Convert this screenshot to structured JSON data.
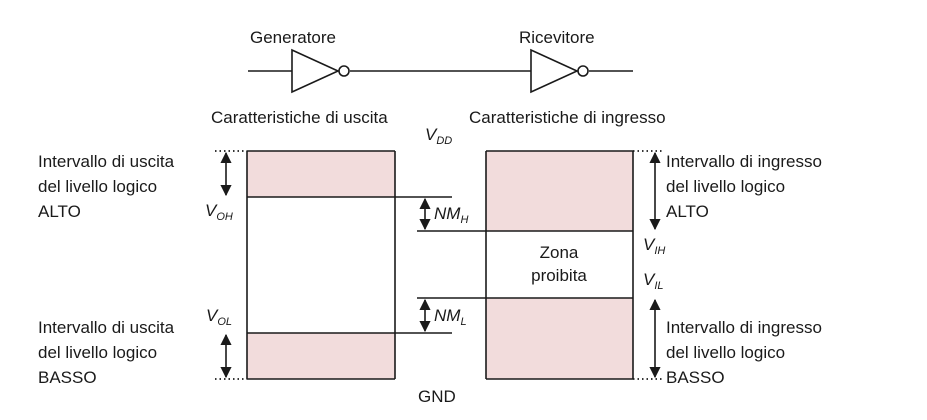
{
  "top": {
    "generator": "Generatore",
    "receiver": "Ricevitore",
    "output_characteristics": "Caratteristiche di uscita",
    "input_characteristics": "Caratteristiche di ingresso"
  },
  "rails": {
    "vdd_main": "V",
    "vdd_sub": "DD",
    "gnd": "GND"
  },
  "left": {
    "high_range": [
      "Intervallo di uscita",
      "del livello logico",
      "ALTO"
    ],
    "low_range": [
      "Intervallo di uscita",
      "del livello logico",
      "BASSO"
    ],
    "voh_main": "V",
    "voh_sub": "OH",
    "vol_main": "V",
    "vol_sub": "OL"
  },
  "middle": {
    "nmh_main": "NM",
    "nmh_sub": "H",
    "nml_main": "NM",
    "nml_sub": "L",
    "forbidden": [
      "Zona",
      "proibita"
    ]
  },
  "right": {
    "high_range": [
      "Intervallo di ingresso",
      "del livello logico",
      "ALTO"
    ],
    "low_range": [
      "Intervallo di ingresso",
      "del livello logico",
      "BASSO"
    ],
    "vih_main": "V",
    "vih_sub": "IH",
    "vil_main": "V",
    "vil_sub": "IL"
  },
  "colors": {
    "fill": "#f2dcdc",
    "stroke": "#1a1a1a"
  }
}
